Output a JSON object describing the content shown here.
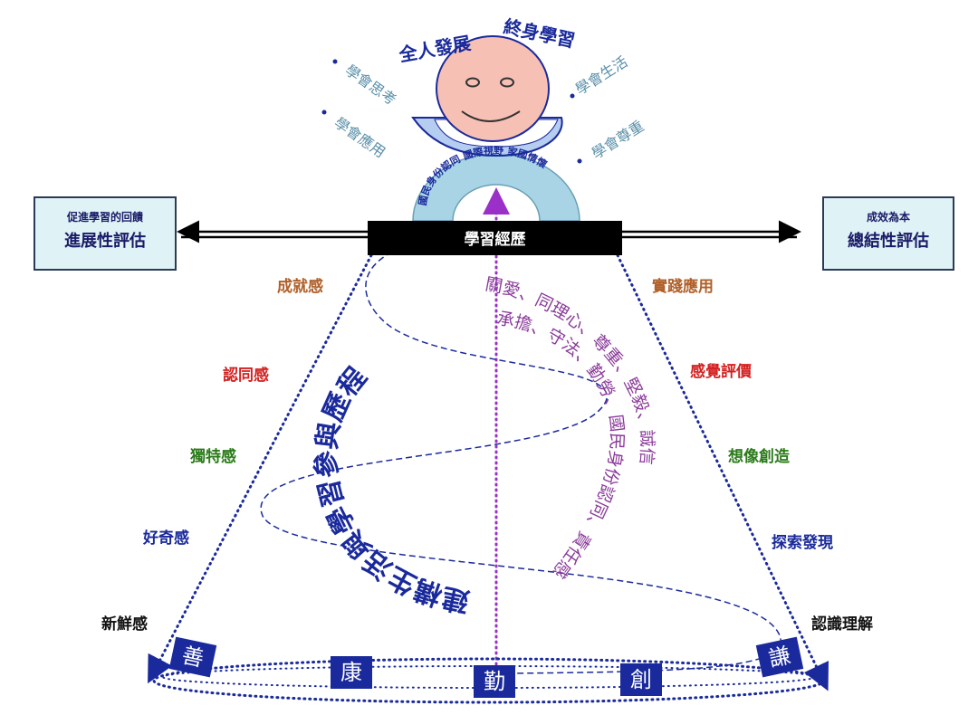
{
  "header": {
    "left": "全人發展",
    "right": "終身學習"
  },
  "face_outcomes": [
    "學會思考",
    "學會應用",
    "學會生活",
    "學會尊重"
  ],
  "arch_text": "國民身份認同 國際視野 家國情懷",
  "left_box": {
    "line1": "促進學習的回饋",
    "line2": "進展性評估"
  },
  "right_box": {
    "line1": "成效為本",
    "line2": "總結性評估"
  },
  "center_bar": "學習經歷",
  "left_labels": [
    "成就感",
    "認同感",
    "獨特感",
    "好奇感",
    "新鮮感"
  ],
  "right_labels": [
    "實踐應用",
    "感覺評價",
    "想像創造",
    "探索發現",
    "認識理解"
  ],
  "spiral_main": "建構生活與學習參與歷程",
  "values_line1": "關愛、同理心、尊重、堅毅、誠信",
  "values_line2": "承擔、守法、勤勞、國民身份認同、責任感",
  "base_values": [
    "善",
    "康",
    "勤",
    "創",
    "謙"
  ],
  "colors": {
    "navy": "#1a2a9c",
    "teal_text": "#5a8fa8",
    "orange_brown": "#b0602a",
    "red": "#d42020",
    "green": "#2a7a18",
    "purple": "#8a3a9a",
    "face": "#f7c0b4",
    "collar": "#b5cdf0",
    "arch": "#a9d4e6"
  }
}
